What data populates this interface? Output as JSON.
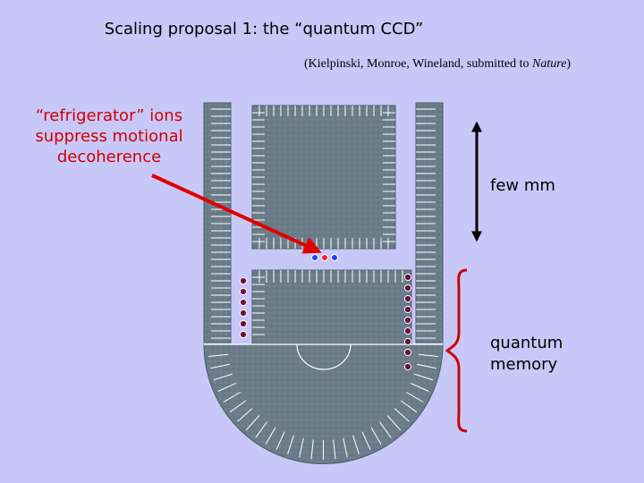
{
  "slide": {
    "title": "Scaling proposal 1: the “quantum CCD”",
    "citation_prefix": "(Kielpinski, Monroe, Wineland, submitted to ",
    "citation_journal": "Nature",
    "citation_suffix": ")"
  },
  "annotations": {
    "refrigerator_label": "“refrigerator” ions suppress motional decoherence",
    "scale_label": "few mm",
    "memory_label": "quantum memory"
  },
  "colors": {
    "background": "#c8c8f8",
    "electrode": "#6a7c88",
    "gap_line": "#ffffff",
    "arrow_red": "#e00000",
    "brace_red": "#d00000",
    "ion_blue": "#2040ff",
    "ion_red": "#ff2020",
    "memory_ion": "#6a1040"
  },
  "icons": {
    "pointer": "red-arrow-icon",
    "scale": "double-arrow-icon",
    "grouping": "curly-brace-icon"
  }
}
